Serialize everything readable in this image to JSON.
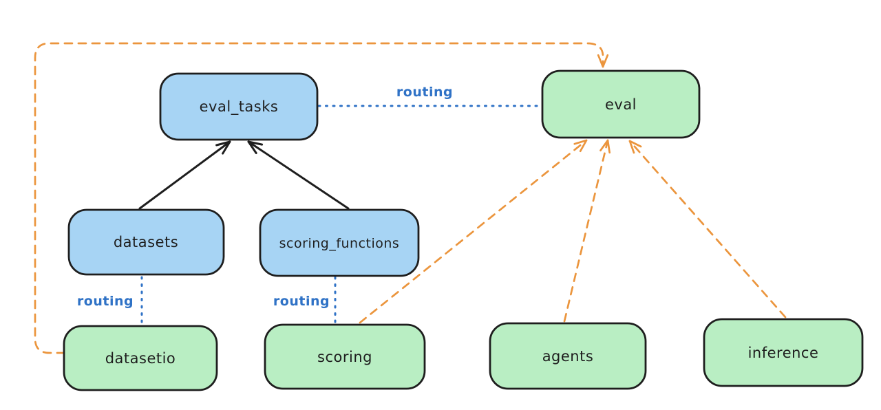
{
  "diagram": {
    "type": "architecture-graph",
    "background": "#ffffff",
    "colors": {
      "registry_fill_blue": "#a7d4f4",
      "api_fill_green": "#b9eec3",
      "box_stroke": "#1e1e1e",
      "routing_blue": "#2f72c6",
      "provider_orange": "#eb953d"
    },
    "nodes": {
      "eval_tasks": {
        "label": "eval_tasks",
        "fill": "blue"
      },
      "eval": {
        "label": "eval",
        "fill": "green"
      },
      "datasets": {
        "label": "datasets",
        "fill": "blue"
      },
      "scoring_functions": {
        "label": "scoring_functions",
        "fill": "blue"
      },
      "datasetio": {
        "label": "datasetio",
        "fill": "green"
      },
      "scoring": {
        "label": "scoring",
        "fill": "green"
      },
      "agents": {
        "label": "agents",
        "fill": "green"
      },
      "inference": {
        "label": "inference",
        "fill": "green"
      }
    },
    "edges": [
      {
        "from": "datasets",
        "to": "eval_tasks",
        "style": "solid-arrow",
        "color": "black",
        "label": ""
      },
      {
        "from": "scoring_functions",
        "to": "eval_tasks",
        "style": "solid-arrow",
        "color": "black",
        "label": ""
      },
      {
        "from": "eval_tasks",
        "to": "eval",
        "style": "dotted-line",
        "color": "blue",
        "label": "routing"
      },
      {
        "from": "datasets",
        "to": "datasetio",
        "style": "dotted-line",
        "color": "blue",
        "label": "routing"
      },
      {
        "from": "scoring_functions",
        "to": "scoring",
        "style": "dotted-line",
        "color": "blue",
        "label": "routing"
      },
      {
        "from": "datasetio",
        "to": "eval",
        "style": "dashed-arrow",
        "color": "orange",
        "label": ""
      },
      {
        "from": "scoring",
        "to": "eval",
        "style": "dashed-arrow",
        "color": "orange",
        "label": ""
      },
      {
        "from": "agents",
        "to": "eval",
        "style": "dashed-arrow",
        "color": "orange",
        "label": ""
      },
      {
        "from": "inference",
        "to": "eval",
        "style": "dashed-arrow",
        "color": "orange",
        "label": ""
      }
    ]
  }
}
